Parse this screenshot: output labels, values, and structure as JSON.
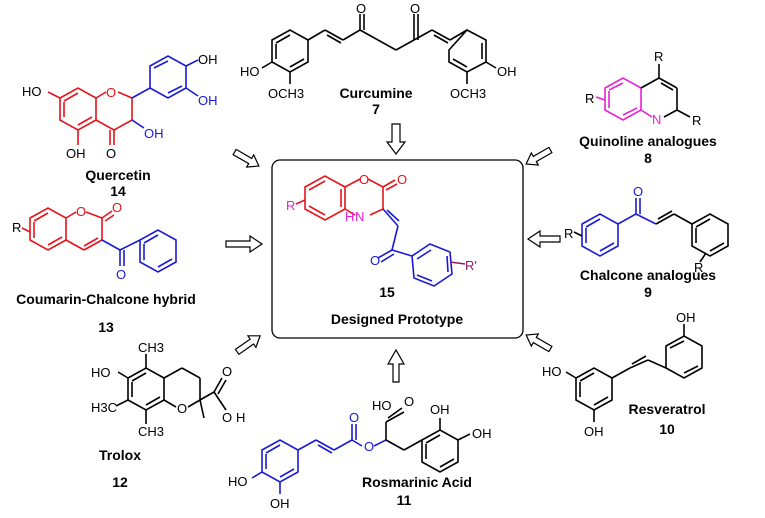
{
  "colors": {
    "red": "#e8121b",
    "blue": "#1a1ad6",
    "magenta": "#e621d6",
    "purple": "#8b1a6b",
    "black": "#000000"
  },
  "compounds": {
    "curcumine": {
      "name": "Curcumine",
      "number": "7"
    },
    "quercetin": {
      "name": "Quercetin",
      "number": "14"
    },
    "quinoline": {
      "name": "Quinoline analogues",
      "number": "8"
    },
    "coumarin_chalcone": {
      "name": "Coumarin-Chalcone hybrid",
      "number": "13"
    },
    "chalcone": {
      "name": "Chalcone analogues",
      "number": "9"
    },
    "trolox": {
      "name": "Trolox",
      "number": "12"
    },
    "rosmarinic": {
      "name": "Rosmarinic Acid",
      "number": "11"
    },
    "resveratrol": {
      "name": "Resveratrol",
      "number": "10"
    },
    "prototype": {
      "name": "Designed  Prototype",
      "number": "15"
    }
  },
  "atoms": {
    "O": "O",
    "OH": "OH",
    "HO": "HO",
    "OCH3": "OCH3",
    "CH3": "CH3",
    "H3C": "H3C",
    "R": "R",
    "Rp": "R'",
    "N": "N",
    "H": "H",
    "NH": "H",
    "N_label": "N"
  }
}
